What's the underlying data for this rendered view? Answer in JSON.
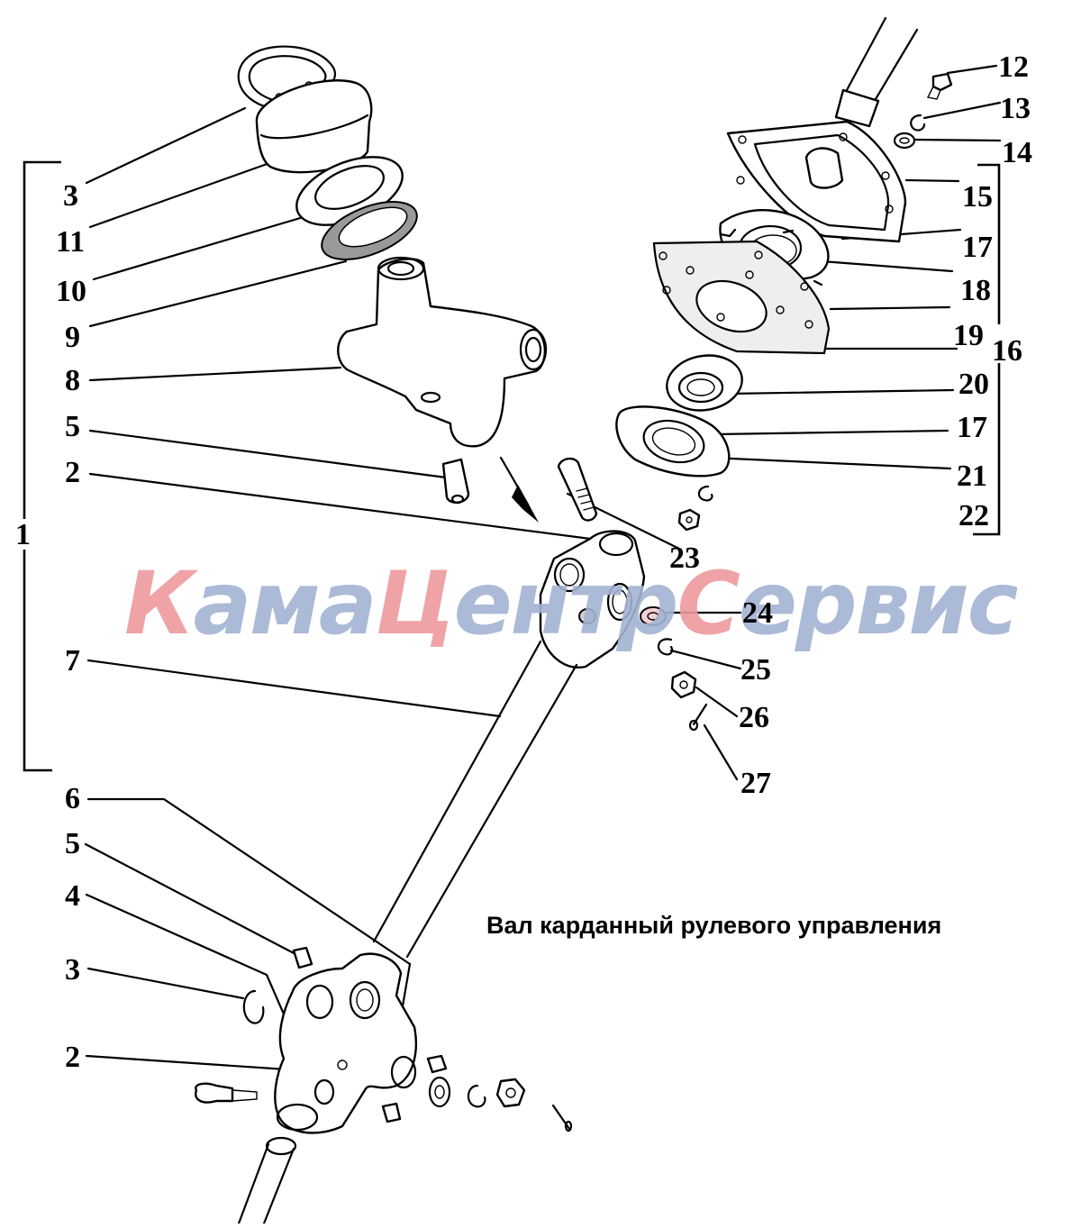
{
  "diagram": {
    "title": "Вал карданный рулевого управления",
    "watermark": {
      "parts": [
        {
          "text": "К",
          "accent": true
        },
        {
          "text": "ама",
          "accent": false
        },
        {
          "text": "Ц",
          "accent": true
        },
        {
          "text": "ентр",
          "accent": false
        },
        {
          "text": "С",
          "accent": true
        },
        {
          "text": "ервис",
          "accent": false
        }
      ],
      "accent_color": "#ee9a9e",
      "base_color": "#a3b3d2"
    },
    "callouts": {
      "left_group": [
        "3",
        "11",
        "10",
        "9",
        "8",
        "5",
        "2",
        "7"
      ],
      "left_group_bracket": "1",
      "lower_left": [
        "6",
        "5",
        "4",
        "3",
        "2"
      ],
      "right_top": [
        "12",
        "13",
        "14"
      ],
      "right_group": [
        "15",
        "17",
        "18",
        "19",
        "20",
        "17",
        "21",
        "22"
      ],
      "right_group_bracket": "16",
      "middle_right": [
        "23",
        "24",
        "25",
        "26",
        "27"
      ]
    },
    "parts": [
      {
        "id": "retaining-ring",
        "number": "3"
      },
      {
        "id": "needle-bearing-cup",
        "number": "11"
      },
      {
        "id": "seal-cage",
        "number": "10"
      },
      {
        "id": "seal-ring",
        "number": "9"
      },
      {
        "id": "cross-spider",
        "number": "8"
      },
      {
        "id": "grease-fitting",
        "number": "5"
      },
      {
        "id": "yoke",
        "number": "2"
      },
      {
        "id": "shaft",
        "number": "7"
      },
      {
        "id": "yoke-shaft",
        "number": "6"
      },
      {
        "id": "slip-yoke",
        "number": "4"
      },
      {
        "id": "cardan-assembly",
        "number": "1"
      },
      {
        "id": "bolt",
        "number": "12"
      },
      {
        "id": "spring-washer",
        "number": "13"
      },
      {
        "id": "washer",
        "number": "14"
      },
      {
        "id": "cover",
        "number": "15"
      },
      {
        "id": "seal-assembly",
        "number": "16"
      },
      {
        "id": "flange",
        "number": "17"
      },
      {
        "id": "stud",
        "number": "18"
      },
      {
        "id": "gasket",
        "number": "19"
      },
      {
        "id": "oil-seal",
        "number": "20"
      },
      {
        "id": "lock-washer",
        "number": "21"
      },
      {
        "id": "nut",
        "number": "22"
      },
      {
        "id": "wedge-pin",
        "number": "23"
      },
      {
        "id": "flat-washer",
        "number": "24"
      },
      {
        "id": "split-washer",
        "number": "25"
      },
      {
        "id": "wedge-nut",
        "number": "26"
      },
      {
        "id": "cotter-pin",
        "number": "27"
      }
    ]
  }
}
